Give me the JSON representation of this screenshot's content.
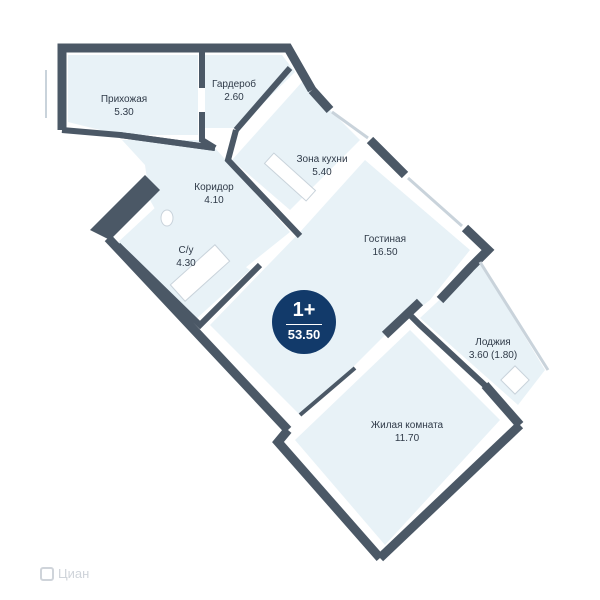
{
  "plan": {
    "rooms": [
      {
        "id": "hallway",
        "name": "Прихожая",
        "area": "5.30"
      },
      {
        "id": "wardrobe",
        "name": "Гардероб",
        "area": "2.60"
      },
      {
        "id": "kitchen",
        "name": "Зона кухни",
        "area": "5.40"
      },
      {
        "id": "corridor",
        "name": "Коридор",
        "area": "4.10"
      },
      {
        "id": "bathroom",
        "name": "С/у",
        "area": "4.30"
      },
      {
        "id": "living",
        "name": "Гостиная",
        "area": "16.50"
      },
      {
        "id": "loggia",
        "name": "Лоджия",
        "area": "3.60 (1.80)"
      },
      {
        "id": "bedroom",
        "name": "Жилая комната",
        "area": "11.70"
      }
    ],
    "badge": {
      "rooms": "1+",
      "total_area": "53.50"
    },
    "watermark": "Циан",
    "colors": {
      "wall": "#4b5866",
      "floor": "#e8f2f7",
      "badge": "#123a6a",
      "fixture": "#ffffff"
    }
  }
}
